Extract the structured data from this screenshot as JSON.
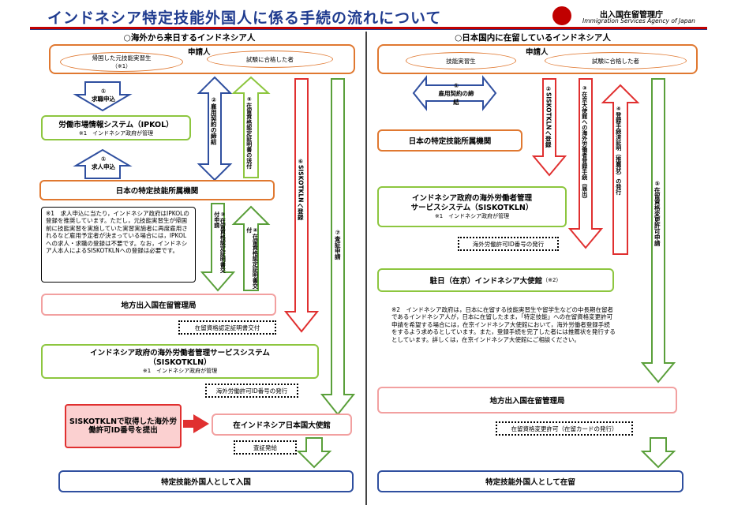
{
  "header": {
    "title": "インドネシア特定技能外国人に係る手続の流れについて",
    "agency_ja": "出入国在留管理庁",
    "agency_en": "Immigration Services Agency of Japan"
  },
  "left": {
    "section_title": "○海外から来日するインドネシア人",
    "applicant": {
      "label": "申請人",
      "oval1_line1": "帰国した元技能実習生",
      "oval1_line2": "（※1）",
      "oval2": "試験に合格した者"
    },
    "arrow1_top": {
      "num": "①",
      "text": "求職申込"
    },
    "ipkol": {
      "line1": "労働市場情報システム（IPKOL）",
      "line2": "※1　インドネシア政府が管理"
    },
    "arrow1_bottom": {
      "num": "①",
      "text": "求人申込"
    },
    "arrow2": "②雇用契約の締結",
    "arrow5": "⑤在留資格認定証明書の送付",
    "arrow6": "⑥SISKOTKLNへ登録",
    "arrow7": "⑦査証申請",
    "org": "日本の特定技能所属機関",
    "note1": "※1　求人申込に当たり，インドネシア政府はIPKOLの登録を推奨しています。ただし，元技能実習生が帰国前に技能実習を実施していた実習実施者に再度雇用されるなど雇用予定者が決まっている場合には，IPKOLへの求人・求職の登録は不要です。なお，インドネシア人本人によるSISKOTKLNへの登録は必要です。",
    "arrow3": "③在留資格認定証明書交付申請",
    "arrow4": "④在留資格認定証明書交付",
    "bureau": "地方出入国在留管理局",
    "coe_issue": "在留資格認定証明書交付",
    "siskotkln": {
      "line1": "インドネシア政府の海外労働者管理サービスシステム",
      "line2": "（SISKOTKLN）",
      "line3": "※1　インドネシア政府が管理"
    },
    "permit_issue": "海外労働許可ID番号の発行",
    "red_box": "SISKOTKLNで取得した海外労働許可ID番号を提出",
    "embassy": "在インドネシア日本国大使館",
    "visa_issue": "査証発給",
    "final": "特定技能外国人として入国"
  },
  "right": {
    "section_title": "○日本国内に在留しているインドネシア人",
    "applicant": {
      "label": "申請人",
      "oval1": "技能実習生",
      "oval2": "試験に合格した者"
    },
    "arrow1": {
      "num": "①",
      "text": "雇用契約の締結"
    },
    "arrow2": "②SISKOTKLNへ登録",
    "arrow3": "③在京大使館への海外労働者登録手続（届出）",
    "arrow4": "④登録手続済証明（推薦状）の発行",
    "arrow5": "⑤在留資格変更許可申請",
    "org": "日本の特定技能所属機関",
    "siskotkln": {
      "line1": "インドネシア政府の海外労働者管理",
      "line2": "サービスシステム（SISKOTKLN）",
      "line3": "※1　インドネシア政府が管理"
    },
    "permit_issue": "海外労働許可ID番号の発行",
    "embassy": "駐日（在京）インドネシア大使館",
    "embassy_note": "（※2）",
    "note2": "※2　インドネシア政府は，日本に在留する技能実習生や留学生などの中長期在留者であるインドネシア人が，日本に在留したまま，「特定技能」への在留資格変更許可申請を希望する場合には，在京インドネシア大使館において，海外労働者登録手続をするよう求めるとしています。また，登録手続を完了した者には推薦状を発行するとしています。詳しくは，在京インドネシア大使館にご相談ください。",
    "bureau": "地方出入国在留管理局",
    "change_permit": "在留資格変更許可（在留カードの発行）",
    "final": "特定技能外国人として在留"
  },
  "colors": {
    "title": "#1f3b8f",
    "red": "#e03030",
    "green": "#8dc63f",
    "orange": "#e07830",
    "blue": "#2f4f9f",
    "navy_arrow": "#2f4f9f"
  }
}
